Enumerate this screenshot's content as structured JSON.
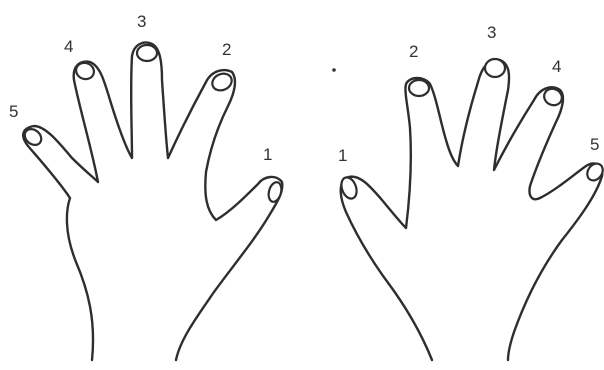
{
  "figure": {
    "left_hand": {
      "labels": [
        "5",
        "4",
        "3",
        "2",
        "1"
      ]
    },
    "right_hand": {
      "labels": [
        "1",
        "2",
        "3",
        "4",
        "5"
      ]
    }
  }
}
